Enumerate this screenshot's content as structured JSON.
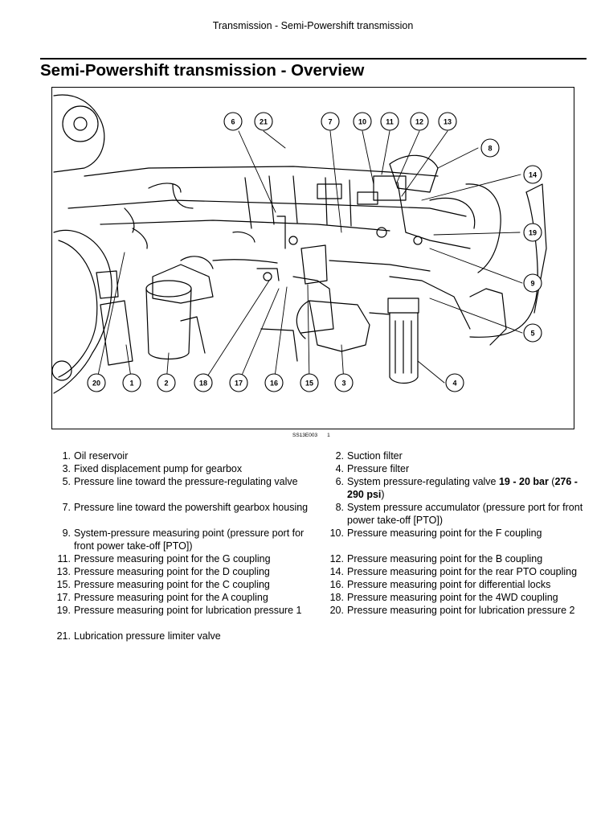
{
  "header": {
    "running_title": "Transmission - Semi-Powershift transmission"
  },
  "page_title": "Semi-Powershift transmission - Overview",
  "figure": {
    "code": "SS13E003",
    "index": "1",
    "callouts": [
      "1",
      "2",
      "3",
      "4",
      "5",
      "6",
      "7",
      "8",
      "9",
      "10",
      "11",
      "12",
      "13",
      "14",
      "15",
      "16",
      "17",
      "18",
      "19",
      "20",
      "21"
    ]
  },
  "legend": [
    {
      "num": "1.",
      "text": "Oil reservoir"
    },
    {
      "num": "2.",
      "text": "Suction filter"
    },
    {
      "num": "3.",
      "text": "Fixed displacement pump for gearbox"
    },
    {
      "num": "4.",
      "text": "Pressure filter"
    },
    {
      "num": "5.",
      "text": "Pressure line toward the pressure-regulating valve"
    },
    {
      "num": "6.",
      "text": "System pressure-regulating valve",
      "bold": "19 - 20 bar",
      "text2": " (",
      "bold2": "276 - 290 psi",
      "text3": ")"
    },
    {
      "num": "7.",
      "text": "Pressure line toward the powershift gearbox housing"
    },
    {
      "num": "8.",
      "text": "System pressure accumulator (pressure port for front power take-off [PTO])"
    },
    {
      "num": "9.",
      "text": "System-pressure measuring point (pressure port for front power take-off [PTO])"
    },
    {
      "num": "10.",
      "text": "Pressure measuring point for the F coupling"
    },
    {
      "num": "11.",
      "text": "Pressure measuring point for the G coupling"
    },
    {
      "num": "12.",
      "text": "Pressure measuring point for the B coupling"
    },
    {
      "num": "13.",
      "text": "Pressure measuring point for the D coupling"
    },
    {
      "num": "14.",
      "text": "Pressure measuring point for the rear PTO coupling"
    },
    {
      "num": "15.",
      "text": "Pressure measuring point for the C coupling"
    },
    {
      "num": "16.",
      "text": "Pressure measuring point for differential locks"
    },
    {
      "num": "17.",
      "text": "Pressure measuring point for the A coupling"
    },
    {
      "num": "18.",
      "text": "Pressure measuring point for the 4WD coupling"
    },
    {
      "num": "19.",
      "text": "Pressure measuring point for lubrication pressure 1"
    },
    {
      "num": "20.",
      "text": "Pressure measuring point for lubrication pressure 2"
    },
    {
      "num": "21.",
      "text": "Lubrication pressure limiter valve"
    }
  ]
}
